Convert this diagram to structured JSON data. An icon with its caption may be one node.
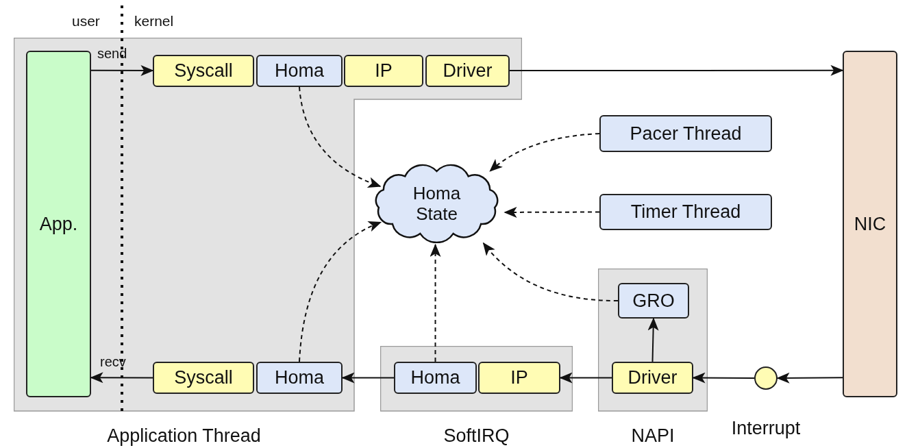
{
  "diagram": {
    "nodes": [
      {
        "text": [
          "Application Thread"
        ]
      },
      {
        "text": [
          "App."
        ],
        "in": 0
      },
      {
        "text": [
          "Syscall"
        ],
        "in": 0
      },
      {
        "text": [
          "Homa"
        ],
        "in": 0
      },
      {
        "text": [
          "IP"
        ],
        "in": 0
      },
      {
        "text": [
          "Driver"
        ],
        "in": 0
      },
      {
        "text": [
          "NIC"
        ]
      },
      {
        "text": [
          "Pacer Thread"
        ]
      },
      {
        "text": [
          "Timer Thread"
        ]
      },
      {
        "text": [
          "Homa State"
        ]
      },
      {
        "text": [
          "Syscall"
        ],
        "in": 0
      },
      {
        "text": [
          "Homa"
        ],
        "in": 0
      },
      {
        "text": [
          "SoftIRQ"
        ]
      },
      {
        "text": [
          "Homa"
        ],
        "in": 12
      },
      {
        "text": [
          "IP"
        ],
        "in": 12
      },
      {
        "text": [
          "NAPI"
        ]
      },
      {
        "text": [
          "GRO"
        ],
        "in": 15
      },
      {
        "text": [
          "Driver"
        ],
        "in": 15
      },
      {
        "text": [],
        "shape": "circle",
        "beside": [
          "Interrupt"
        ]
      }
    ],
    "edges": [
      {
        "from": 1,
        "to": 2,
        "arrow": "to",
        "label": "send"
      },
      {
        "from": 5,
        "to": 6,
        "arrow": "to"
      },
      {
        "from": 3,
        "to": 9,
        "arrow": "to",
        "style": "dashed"
      },
      {
        "from": 7,
        "to": 9,
        "arrow": "to",
        "style": "dashed"
      },
      {
        "from": 8,
        "to": 9,
        "arrow": "to",
        "style": "dashed"
      },
      {
        "from": 16,
        "to": 9,
        "arrow": "to",
        "style": "dashed"
      },
      {
        "from": 13,
        "to": 9,
        "arrow": "to",
        "style": "dashed"
      },
      {
        "from": 11,
        "to": 9,
        "arrow": "to",
        "style": "dashed"
      },
      {
        "from": 10,
        "to": 1,
        "arrow": "to",
        "label": "recv"
      },
      {
        "from": 13,
        "to": 11,
        "arrow": "to"
      },
      {
        "from": 17,
        "to": 14,
        "arrow": "to"
      },
      {
        "from": 17,
        "to": 16,
        "arrow": "to"
      },
      {
        "from": 18,
        "to": 17,
        "arrow": "to"
      },
      {
        "from": 6,
        "to": 18,
        "arrow": "to"
      }
    ],
    "labels": [
      "user",
      "kernel"
    ]
  }
}
